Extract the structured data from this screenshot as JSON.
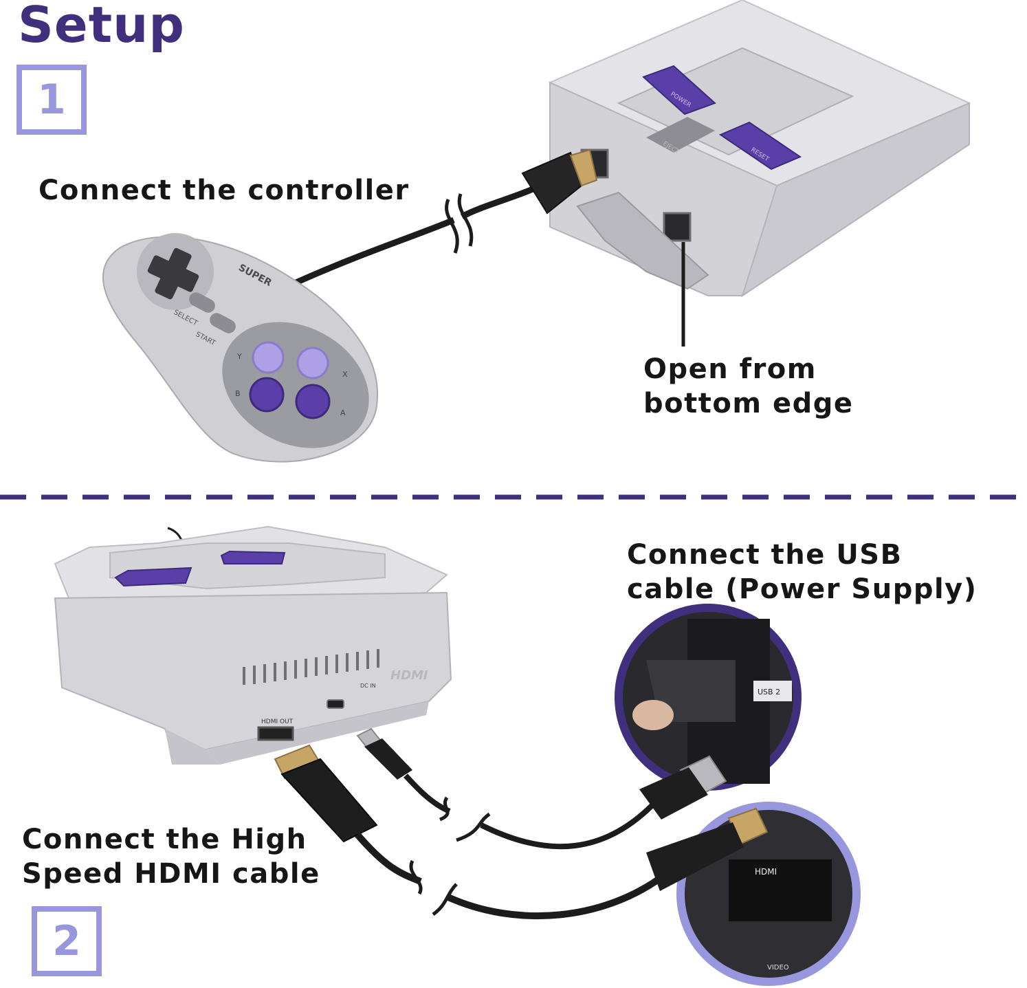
{
  "header": {
    "title": "Setup"
  },
  "steps": [
    {
      "number": "1",
      "label": "Connect the controller",
      "note_line1": "Open from",
      "note_line2": "bottom edge"
    },
    {
      "number": "2",
      "label_line1": "Connect the High",
      "label_line2": "Speed HDMI cable",
      "usb_line1": "Connect the USB",
      "usb_line2": "cable (Power Supply)"
    }
  ],
  "controller": {
    "logo": "SUPER",
    "select_label": "SELECT",
    "start_label": "START",
    "buttons": [
      "Y",
      "X",
      "B",
      "A"
    ]
  },
  "console_top": {
    "power_label": "POWER",
    "reset_label": "RESET",
    "eject_label": "EJECT"
  },
  "console_back": {
    "hdmi_out_label": "HDMI OUT",
    "dc_in_label": "DC IN",
    "hdmi_logo": "HDMI"
  },
  "tv_ports": {
    "usb_label": "USB 2",
    "hdmi_label": "HDMI",
    "video_label": "VIDEO"
  },
  "colors": {
    "title": "#3f2f7c",
    "step_box": "#9897dd",
    "divider": "#3f2f7c",
    "console": "#d8d8dc",
    "purple_button": "#5b3fa8"
  }
}
